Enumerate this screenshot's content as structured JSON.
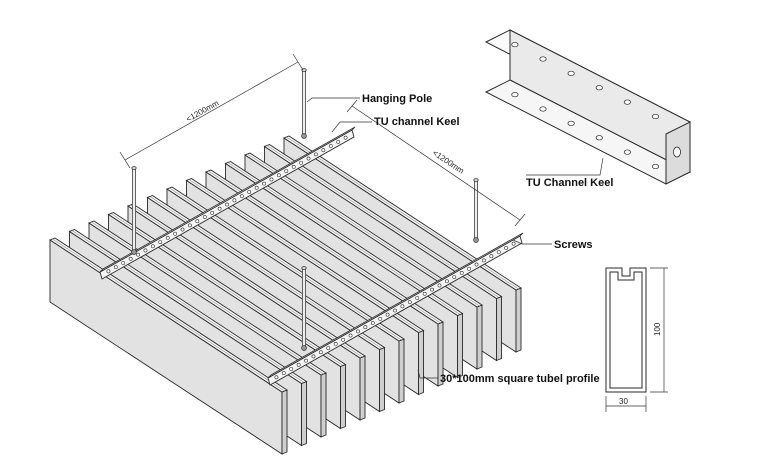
{
  "labels": {
    "hanging_pole": "Hanging Pole",
    "tu_channel_keel": "TU channel Keel",
    "tu_channel_keel_detail": "TU Channel Keel",
    "screws": "Screws",
    "tube_profile": "30*100mm square tubel profile"
  },
  "dimensions": {
    "span_a": "<1200mm",
    "span_b": "<1200mm",
    "profile_height": "100",
    "profile_width": "30"
  },
  "colors": {
    "line": "#2a2a2a",
    "tube_front": "#e2e2e2",
    "tube_top": "#f3f3f3",
    "tube_side": "#cfcfcf",
    "keel": "#f4f4f4"
  }
}
